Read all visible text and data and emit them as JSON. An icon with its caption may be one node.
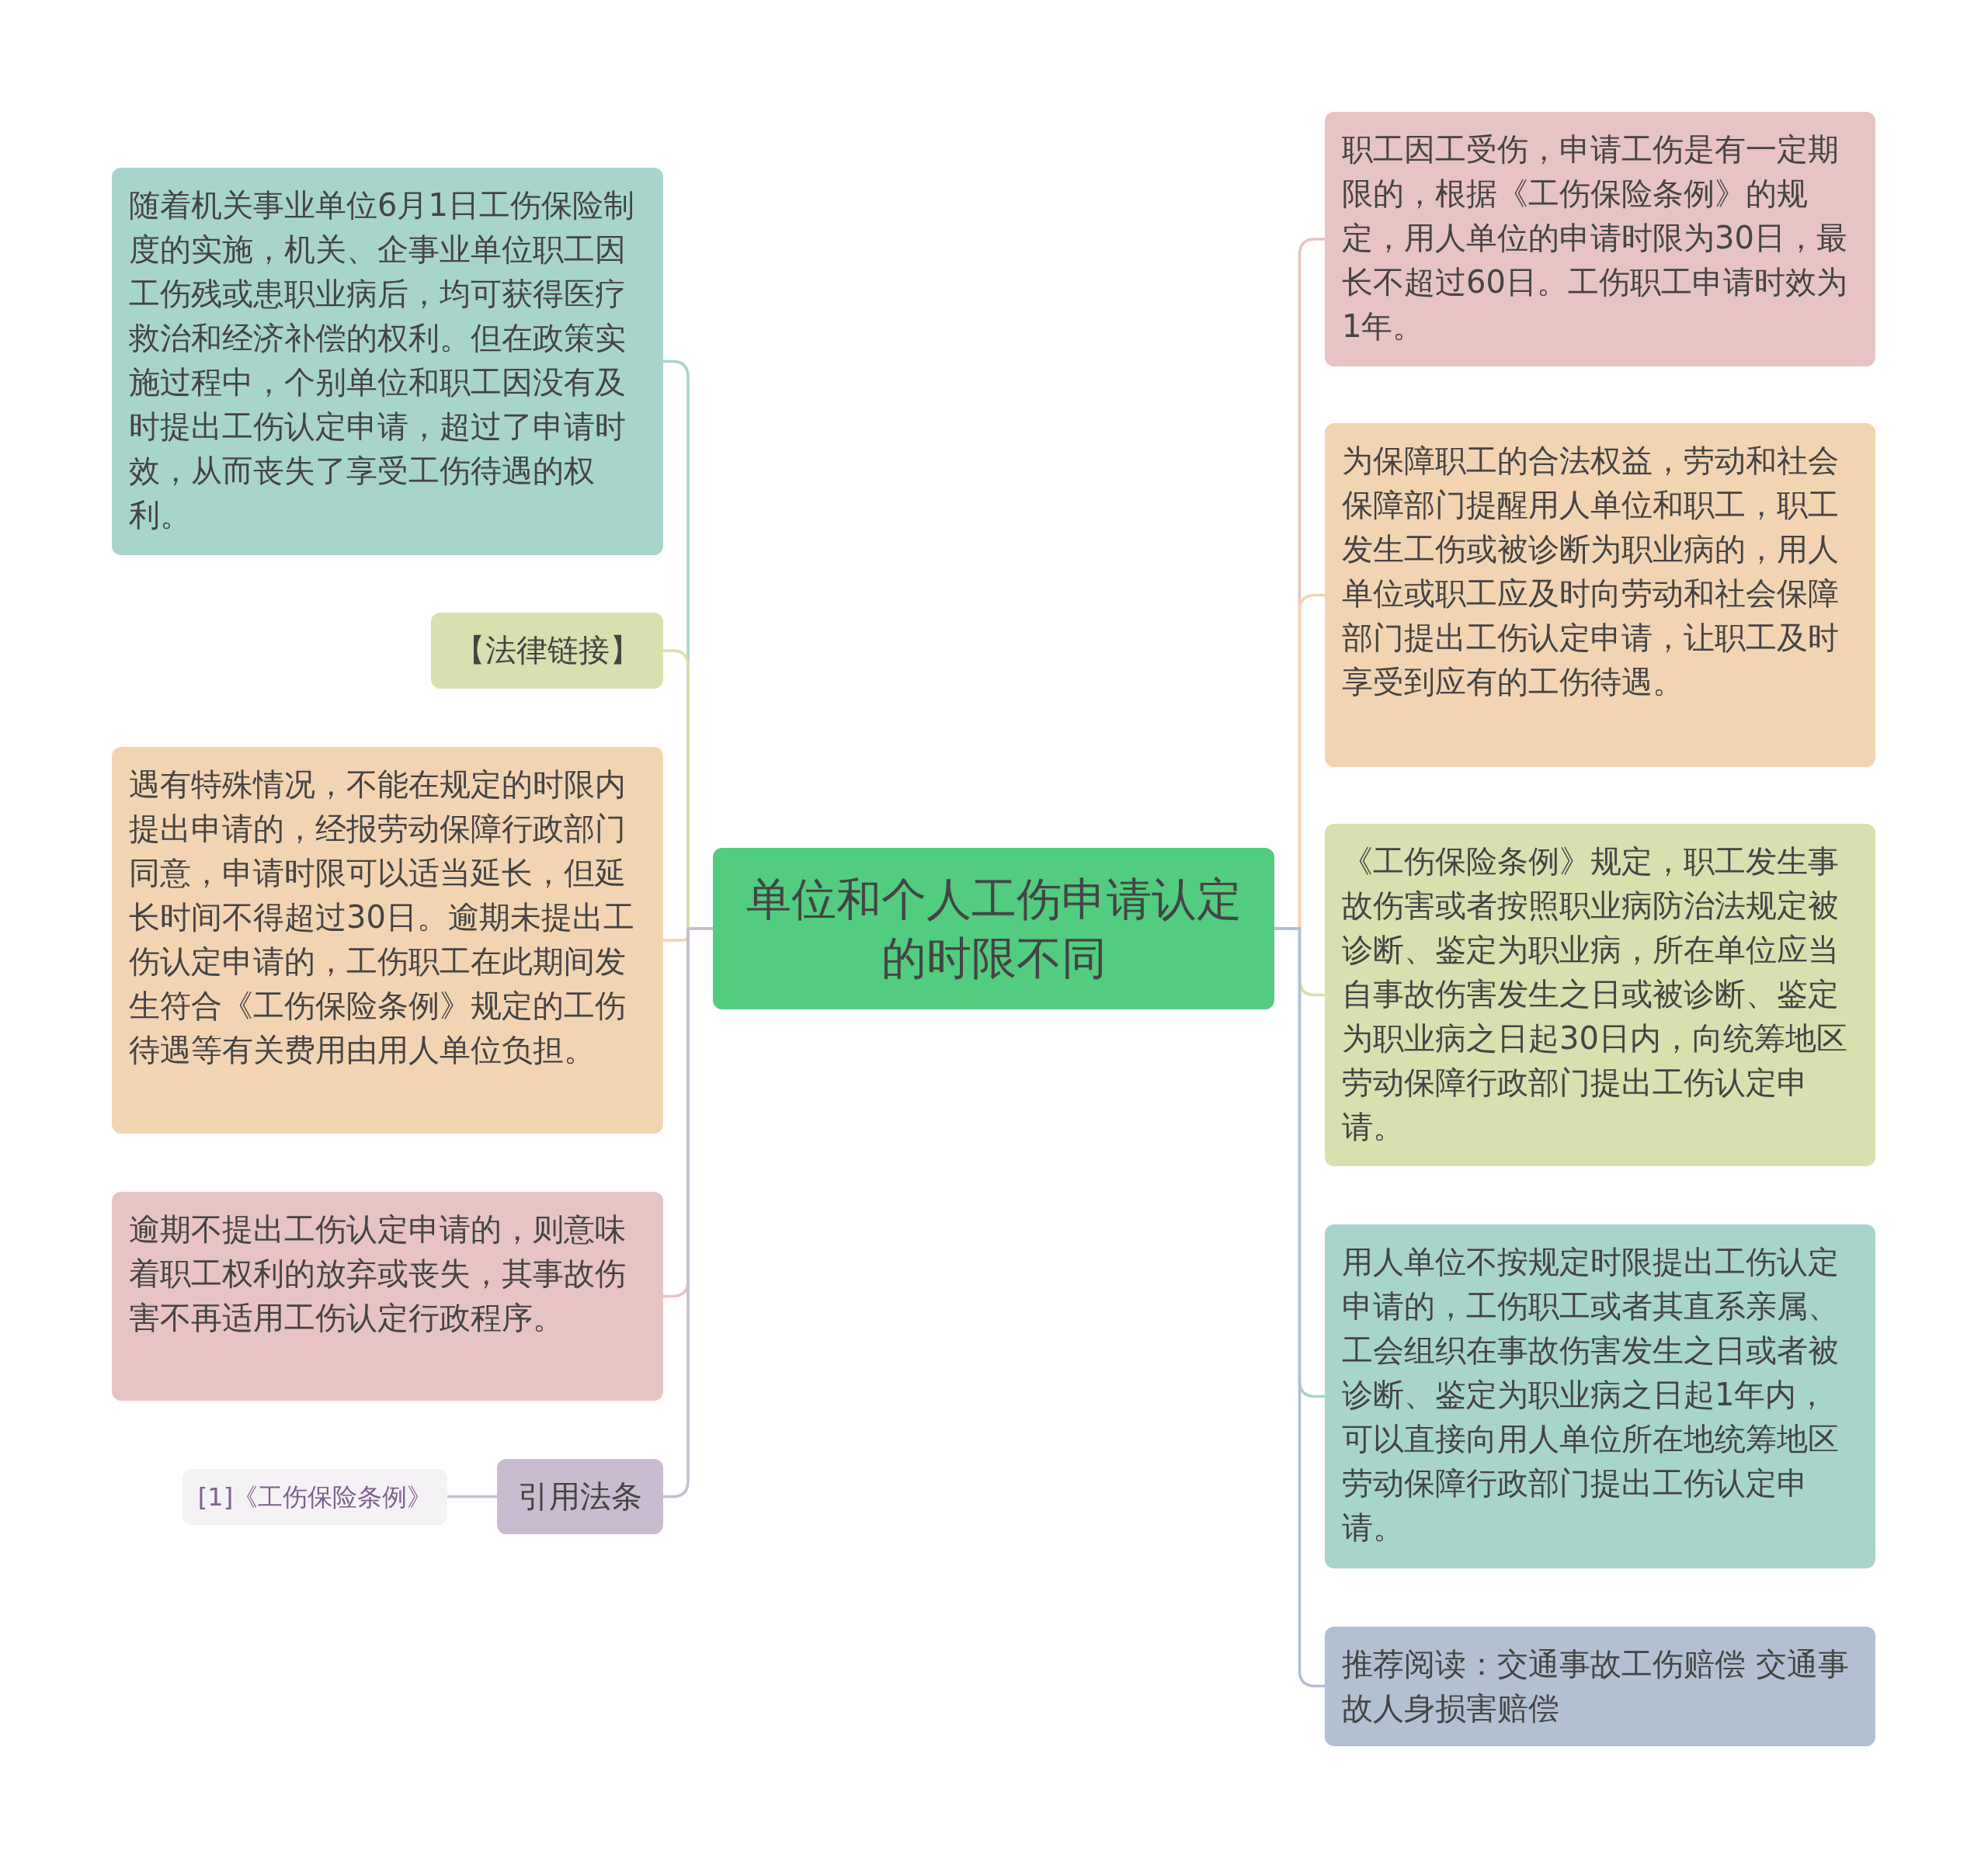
{
  "diagram": {
    "nodes": [
      {
        "text": [
          "单位和个人工伤申请认定的时限不同"
        ]
      },
      {
        "text": [
          "随着机关事业单位6月1日工伤保险制度的实施，机关、企事业单位职工因工伤残或患职业病后，均可获得医疗救治和经济补偿的权利。但在政策实施过程中，个别单位和职工因没有及时提出工伤认定申请，超过了申请时效，从而丧失了享受工伤待遇的权利。"
        ]
      },
      {
        "text": [
          "【法律链接】"
        ]
      },
      {
        "text": [
          "遇有特殊情况，不能在规定的时限内提出申请的，经报劳动保障行政部门同意，申请时限可以适当延长，但延长时间不得超过30日。逾期未提出工伤认定申请的，工伤职工在此期间发生符合《工伤保险条例》规定的工伤待遇等有关费用由用人单位负担。"
        ]
      },
      {
        "text": [
          "逾期不提出工伤认定申请的，则意味着职工权利的放弃或丧失，其事故伤害不再适用工伤认定行政程序。"
        ]
      },
      {
        "text": [
          "引用法条"
        ]
      },
      {
        "text": [
          "[1]《工伤保险条例》"
        ]
      },
      {
        "text": [
          "职工因工受伤，申请工伤是有一定期限的，根据《工伤保险条例》的规定，用人单位的申请时限为30日，最长不超过60日。工伤职工申请时效为1年。"
        ]
      },
      {
        "text": [
          "为保障职工的合法权益，劳动和社会保障部门提醒用人单位和职工，职工发生工伤或被诊断为职业病的，用人单位或职工应及时向劳动和社会保障部门提出工伤认定申请，让职工及时享受到应有的工伤待遇。"
        ]
      },
      {
        "text": [
          "《工伤保险条例》规定，职工发生事故伤害或者按照职业病防治法规定被诊断、鉴定为职业病，所在单位应当自事故伤害发生之日或被诊断、鉴定为职业病之日起30日内，向统筹地区劳动保障行政部门提出工伤认定申请。"
        ]
      },
      {
        "text": [
          "用人单位不按规定时限提出工伤认定申请的，工伤职工或者其直系亲属、工会组织在事故伤害发生之日或者被诊断、鉴定为职业病之日起1年内，可以直接向用人单位所在地统筹地区劳动保障行政部门提出工伤认定申请。"
        ]
      },
      {
        "text": [
          "推荐阅读：交通事故工伤赔偿 交通事故人身损害赔偿"
        ]
      }
    ],
    "edges": [
      {
        "from": 0,
        "to": 1,
        "arrow": "none",
        "color": "#a8d5cb"
      },
      {
        "from": 0,
        "to": 2,
        "arrow": "none",
        "color": "#d9dfae"
      },
      {
        "from": 0,
        "to": 3,
        "arrow": "none",
        "color": "#f3d4b2"
      },
      {
        "from": 0,
        "to": 4,
        "arrow": "none",
        "color": "#e8c3c3"
      },
      {
        "from": 0,
        "to": 5,
        "arrow": "none",
        "color": "#c9bcd0"
      },
      {
        "from": 5,
        "to": 6,
        "arrow": "none",
        "color": "#c9bcd0"
      },
      {
        "from": 0,
        "to": 7,
        "arrow": "none",
        "color": "#e8c3c3"
      },
      {
        "from": 0,
        "to": 8,
        "arrow": "none",
        "color": "#f3d4b2"
      },
      {
        "from": 0,
        "to": 9,
        "arrow": "none",
        "color": "#d9dfae"
      },
      {
        "from": 0,
        "to": 10,
        "arrow": "none",
        "color": "#a8d5cb"
      },
      {
        "from": 0,
        "to": 11,
        "arrow": "none",
        "color": "#b3c0d3"
      }
    ]
  }
}
